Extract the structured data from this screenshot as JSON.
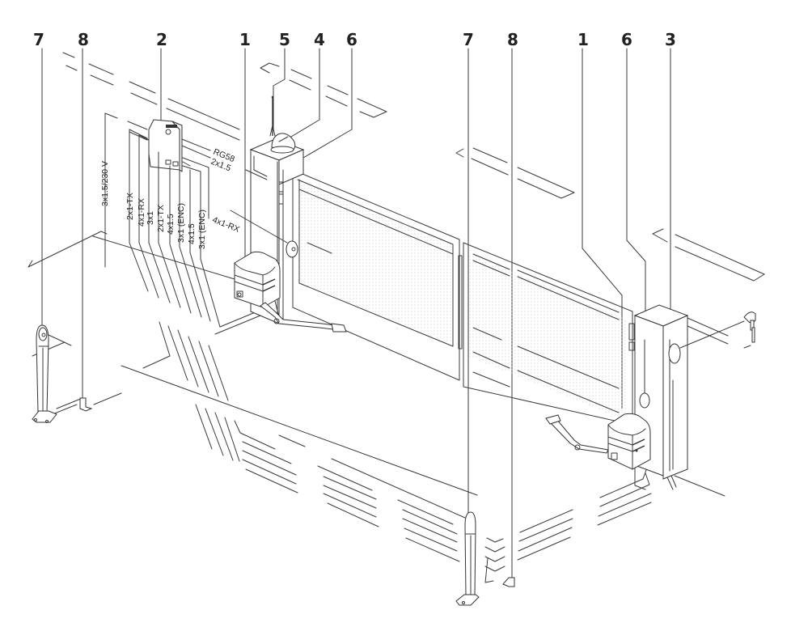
{
  "diagram": {
    "type": "gate-automation-installation",
    "callouts_left": [
      "7",
      "8",
      "2",
      "1",
      "5",
      "4",
      "6"
    ],
    "callouts_right": [
      "7",
      "8",
      "1",
      "6",
      "3"
    ],
    "cables": {
      "power": "3x1.5/230 V",
      "c1": "2x1-TX",
      "c2": "4x1-RX",
      "c3": "3x1",
      "c4": "2x1-TX",
      "c5": "4x1.5",
      "c6": "3x1 (ENC)",
      "c7": "4x1.5",
      "c8": "3x1 (ENC)",
      "antenna": "RG58",
      "lamp": "2x1.5",
      "receiver": "4x1-RX"
    },
    "components": {
      "1": "gear-motor",
      "2": "control-unit",
      "3": "key-selector",
      "4": "flashing-lamp",
      "5": "antenna",
      "6": "photocell-column",
      "7": "photocell-post",
      "8": "mechanical-stop"
    },
    "colors": {
      "line": "#3a3a3a",
      "fill": "#ffffff",
      "dots": "#bdbdbd"
    }
  }
}
